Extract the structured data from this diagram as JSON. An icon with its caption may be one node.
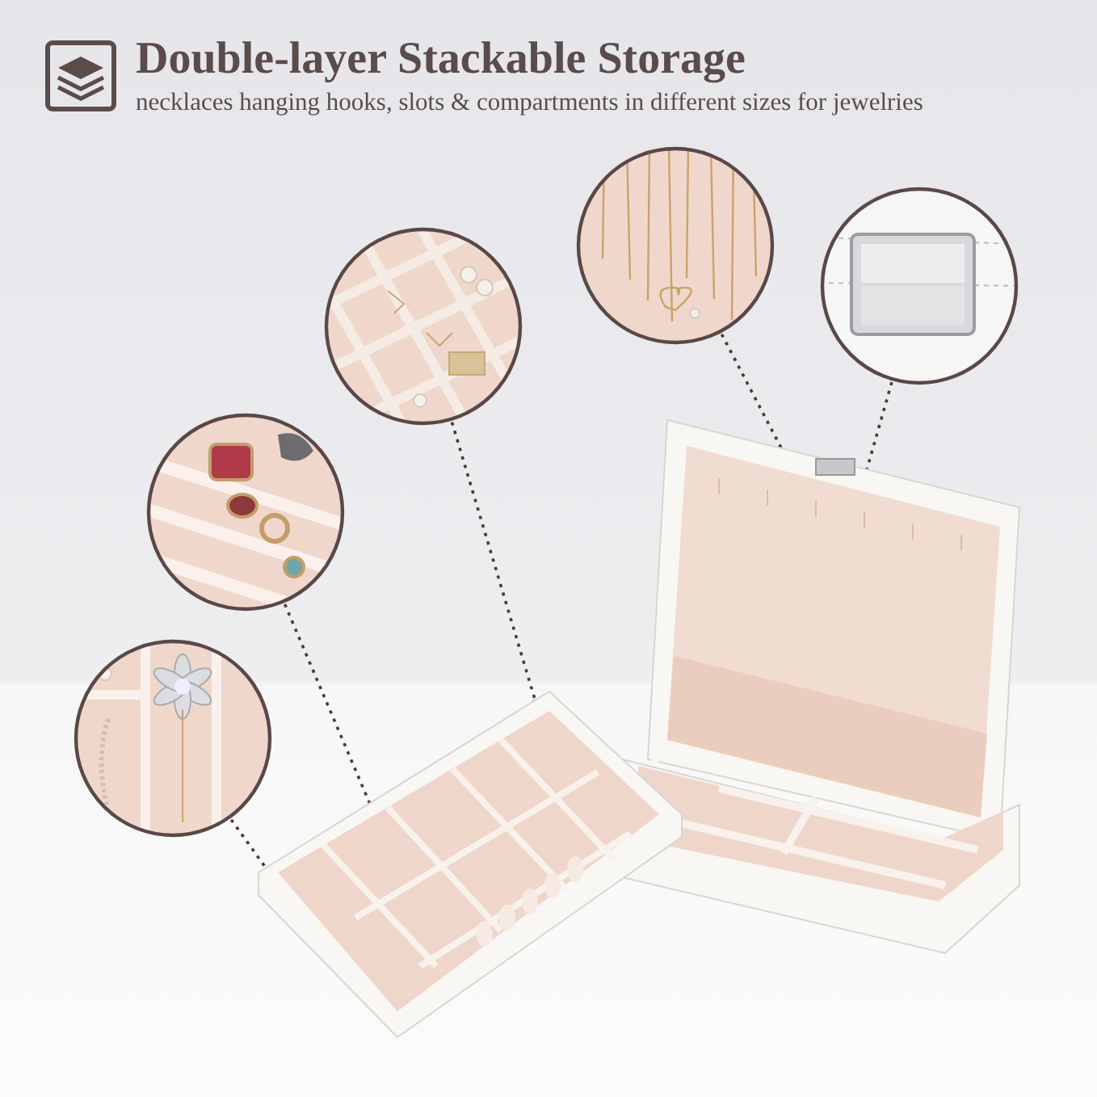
{
  "diagram": {
    "title": "Double-layer Stackable Storage",
    "nodes": [
      {
        "text": [],
        "shape": "picture"
      },
      {
        "text": [],
        "shape": "picture"
      },
      {
        "text": [],
        "shape": "picture"
      },
      {
        "text": [],
        "shape": "picture"
      },
      {
        "text": [],
        "shape": "picture"
      },
      {
        "text": [],
        "shape": "picture"
      },
      {
        "text": [],
        "shape": "picture"
      }
    ],
    "edges": [
      {
        "from": 0,
        "to": 5,
        "arrow": "other",
        "style": "dashed"
      },
      {
        "from": 1,
        "to": 5,
        "arrow": "other",
        "style": "dashed"
      },
      {
        "from": 2,
        "to": 6,
        "arrow": "other",
        "style": "dashed"
      },
      {
        "from": 3,
        "to": 6,
        "arrow": "other",
        "style": "dashed"
      },
      {
        "from": 4,
        "to": 6,
        "arrow": "other",
        "style": "dashed"
      }
    ],
    "labels": [
      "necklaces hanging hooks, slots & compartments in different sizes for jewelries"
    ]
  }
}
